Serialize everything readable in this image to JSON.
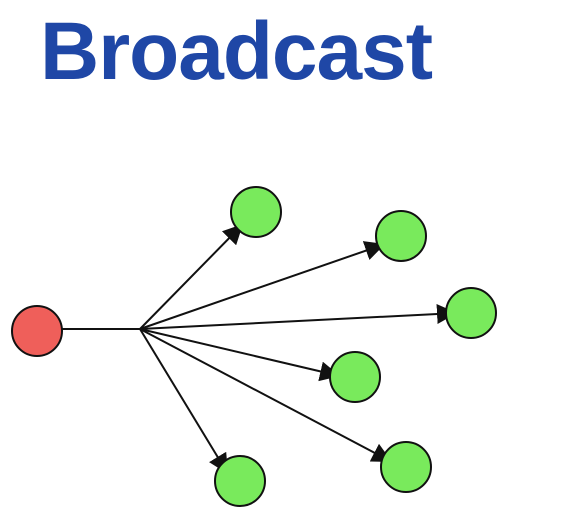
{
  "title": "Broadcast",
  "colors": {
    "title": "#1f47a6",
    "source_node": "#ef5f5a",
    "target_node": "#79ea5c",
    "stroke": "#111111"
  },
  "diagram": {
    "source_node": {
      "name": "source-node",
      "icon": "red-circle"
    },
    "target_nodes": [
      {
        "name": "target-node-1",
        "icon": "green-circle"
      },
      {
        "name": "target-node-2",
        "icon": "green-circle"
      },
      {
        "name": "target-node-3",
        "icon": "green-circle"
      },
      {
        "name": "target-node-4",
        "icon": "green-circle"
      },
      {
        "name": "target-node-5",
        "icon": "green-circle"
      },
      {
        "name": "target-node-6",
        "icon": "green-circle"
      }
    ]
  }
}
